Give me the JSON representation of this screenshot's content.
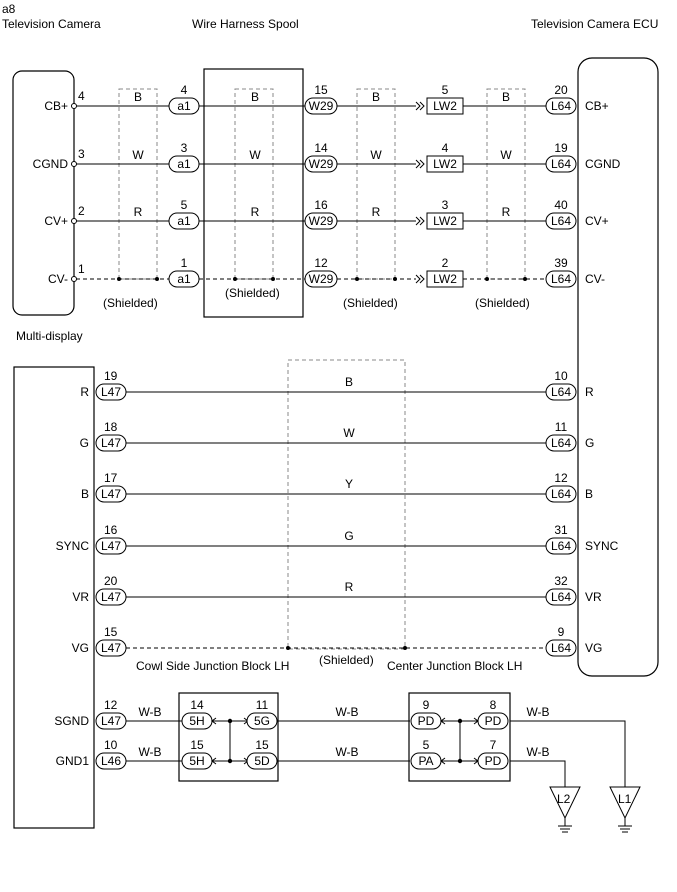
{
  "labels": {
    "code": "a8",
    "tv_camera": "Television Camera",
    "harness": "Wire Harness Spool",
    "ecu": "Television Camera ECU",
    "multi_display": "Multi-display",
    "shielded": "(Shielded)",
    "cowl_jb": "Cowl Side Junction Block LH",
    "center_jb": "Center Junction Block LH"
  },
  "camera_rows": [
    {
      "sig": "CB+",
      "pin": "4",
      "w1": "B",
      "a1pin": "4",
      "a1": "a1",
      "w2": "B",
      "w29pin": "15",
      "w29": "W29",
      "w3": "B",
      "lwpin": "5",
      "lw": "LW2",
      "w4": "B",
      "ecupin": "20",
      "ecu": "L64",
      "esig": "CB+"
    },
    {
      "sig": "CGND",
      "pin": "3",
      "w1": "W",
      "a1pin": "3",
      "a1": "a1",
      "w2": "W",
      "w29pin": "14",
      "w29": "W29",
      "w3": "W",
      "lwpin": "4",
      "lw": "LW2",
      "w4": "W",
      "ecupin": "19",
      "ecu": "L64",
      "esig": "CGND"
    },
    {
      "sig": "CV+",
      "pin": "2",
      "w1": "R",
      "a1pin": "5",
      "a1": "a1",
      "w2": "R",
      "w29pin": "16",
      "w29": "W29",
      "w3": "R",
      "lwpin": "3",
      "lw": "LW2",
      "w4": "R",
      "ecupin": "40",
      "ecu": "L64",
      "esig": "CV+"
    },
    {
      "sig": "CV-",
      "pin": "1",
      "w1": "",
      "a1pin": "1",
      "a1": "a1",
      "w2": "",
      "w29pin": "12",
      "w29": "W29",
      "w3": "",
      "lwpin": "2",
      "lw": "LW2",
      "w4": "",
      "ecupin": "39",
      "ecu": "L64",
      "esig": "CV-"
    }
  ],
  "video_rows": [
    {
      "sig": "R",
      "pin": "19",
      "conn": "L47",
      "wire": "B",
      "ecupin": "10",
      "ecu": "L64",
      "esig": "R"
    },
    {
      "sig": "G",
      "pin": "18",
      "conn": "L47",
      "wire": "W",
      "ecupin": "11",
      "ecu": "L64",
      "esig": "G"
    },
    {
      "sig": "B",
      "pin": "17",
      "conn": "L47",
      "wire": "Y",
      "ecupin": "12",
      "ecu": "L64",
      "esig": "B"
    },
    {
      "sig": "SYNC",
      "pin": "16",
      "conn": "L47",
      "wire": "G",
      "ecupin": "31",
      "ecu": "L64",
      "esig": "SYNC"
    },
    {
      "sig": "VR",
      "pin": "20",
      "conn": "L47",
      "wire": "R",
      "ecupin": "32",
      "ecu": "L64",
      "esig": "VR"
    },
    {
      "sig": "VG",
      "pin": "15",
      "conn": "L47",
      "wire": "",
      "ecupin": "9",
      "ecu": "L64",
      "esig": "VG"
    }
  ],
  "ground_rows": [
    {
      "sig": "SGND",
      "pin": "12",
      "conn": "L47",
      "w1": "W-B",
      "c1pin": "14",
      "c1": "5H",
      "c2pin": "11",
      "c2": "5G",
      "w2": "W-B",
      "c3pin": "9",
      "c3": "PD",
      "c4pin": "8",
      "c4": "PD",
      "w3": "W-B"
    },
    {
      "sig": "GND1",
      "pin": "10",
      "conn": "L46",
      "w1": "W-B",
      "c1pin": "15",
      "c1": "5H",
      "c2pin": "15",
      "c2": "5D",
      "w2": "W-B",
      "c3pin": "5",
      "c3": "PA",
      "c4pin": "7",
      "c4": "PD",
      "w3": "W-B"
    }
  ],
  "grounds": [
    "L2",
    "L1"
  ]
}
